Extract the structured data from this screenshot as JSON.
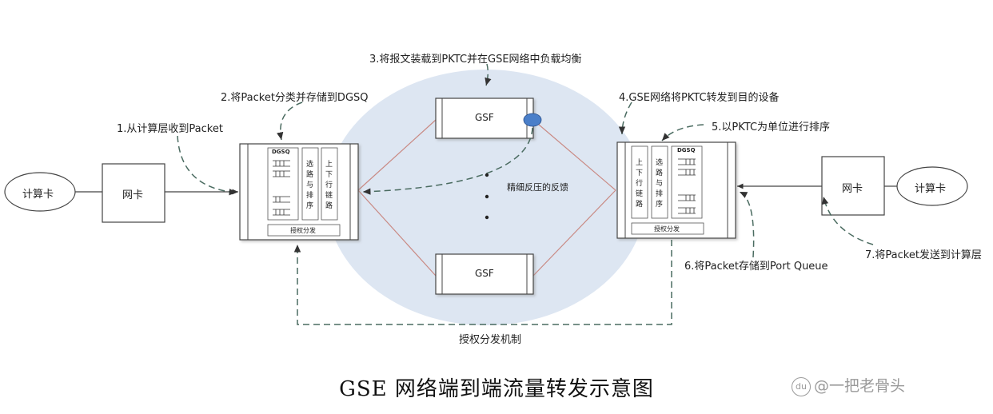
{
  "steps": {
    "s1": "1.从计算层收到Packet",
    "s2": "2.将Packet分类并存储到DGSQ",
    "s3": "3.将报文装载到PKTC并在GSE网络中负载均衡",
    "s4": "4.GSE网络将PKTC转发到目的设备",
    "s5": "5.以PKTC为单位进行排序",
    "s6": "6.将Packet存储到Port Queue",
    "s7": "7.将Packet发送到计算层"
  },
  "nodes": {
    "compute_left": "计算卡",
    "nic_left": "网卡",
    "compute_right": "计算卡",
    "nic_right": "网卡",
    "gsf_top": "GSF",
    "gsf_bottom": "GSF"
  },
  "left_switch": {
    "queue_label": "DGSQ",
    "route_sort": "选路与排序",
    "uplink_downlink": "上下行链路",
    "grant": "授权分发"
  },
  "right_switch": {
    "queue_label": "DGSQ",
    "route_sort": "选路与排序",
    "uplink_downlink": "上下行链路",
    "grant": "授权分发"
  },
  "annotations": {
    "feedback": "精细反压的反馈",
    "grant_mechanism": "授权分发机制",
    "dots": "· · ·"
  },
  "caption": "GSE 网络端到端流量转发示意图",
  "watermark": {
    "logo": "du",
    "text": "@一把老骨头"
  },
  "colors": {
    "ellipse": "#dde6f2",
    "red_line": "#c98a84",
    "dashed": "#4a6b60",
    "feedback_dot": "#4a7fc9"
  }
}
